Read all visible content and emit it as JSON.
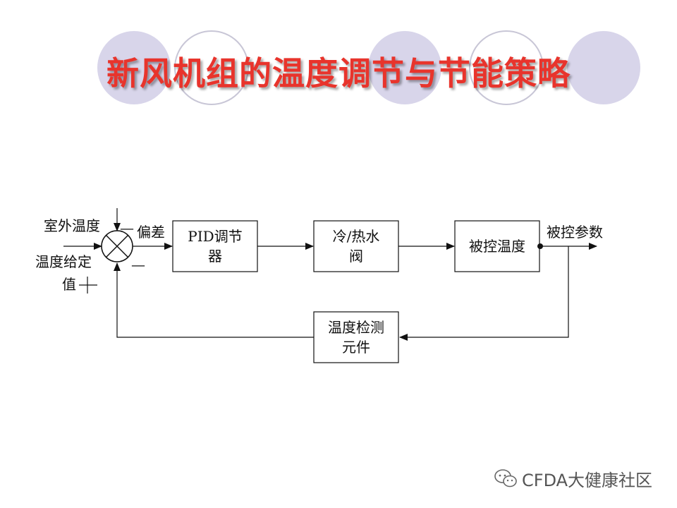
{
  "slide": {
    "title": "新风机组的温度调节与节能策略",
    "title_color": "#e8342c",
    "circle_fill": "#d8d5ea"
  },
  "diagram": {
    "input_outdoor": "室外温度",
    "input_setpoint_line1": "温度给定",
    "input_setpoint_line2": "值",
    "error_label": "偏差",
    "minus_sign": "—",
    "pid_line1": "PID调节",
    "pid_line2": "器",
    "valve_line1": "冷/热水",
    "valve_line2": "阀",
    "plant": "被控温度",
    "output_label": "被控参数",
    "sensor_line1": "温度检测",
    "sensor_line2": "元件"
  },
  "watermark": {
    "text": "CFDA大健康社区",
    "icon": "wechat-icon"
  }
}
